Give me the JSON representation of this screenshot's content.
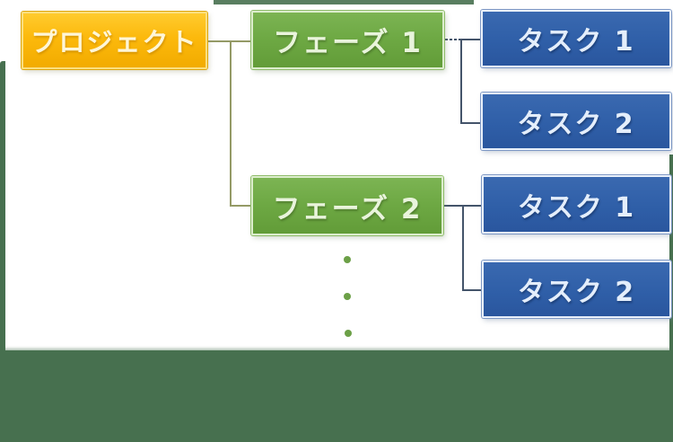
{
  "diagram": {
    "type": "hierarchy",
    "project": {
      "label": "プロジェクト"
    },
    "phases": [
      {
        "label": "フェーズ 1",
        "tasks": [
          {
            "label": "タスク 1"
          },
          {
            "label": "タスク 2"
          }
        ]
      },
      {
        "label": "フェーズ 2",
        "tasks": [
          {
            "label": "タスク 1"
          },
          {
            "label": "タスク 2"
          }
        ]
      }
    ],
    "continuation_dots_count": 3,
    "colors": {
      "canvas": "#FFFFFF",
      "frame_green": "#47704F",
      "project_fill": "#FCB90C",
      "phase_fill": "#6DA843",
      "task_fill": "#2F5FA8",
      "project_to_phase_connector": "#949A66",
      "phase_to_task_connector": "#44546A",
      "ellipsis_dot": "#6CA047"
    }
  }
}
